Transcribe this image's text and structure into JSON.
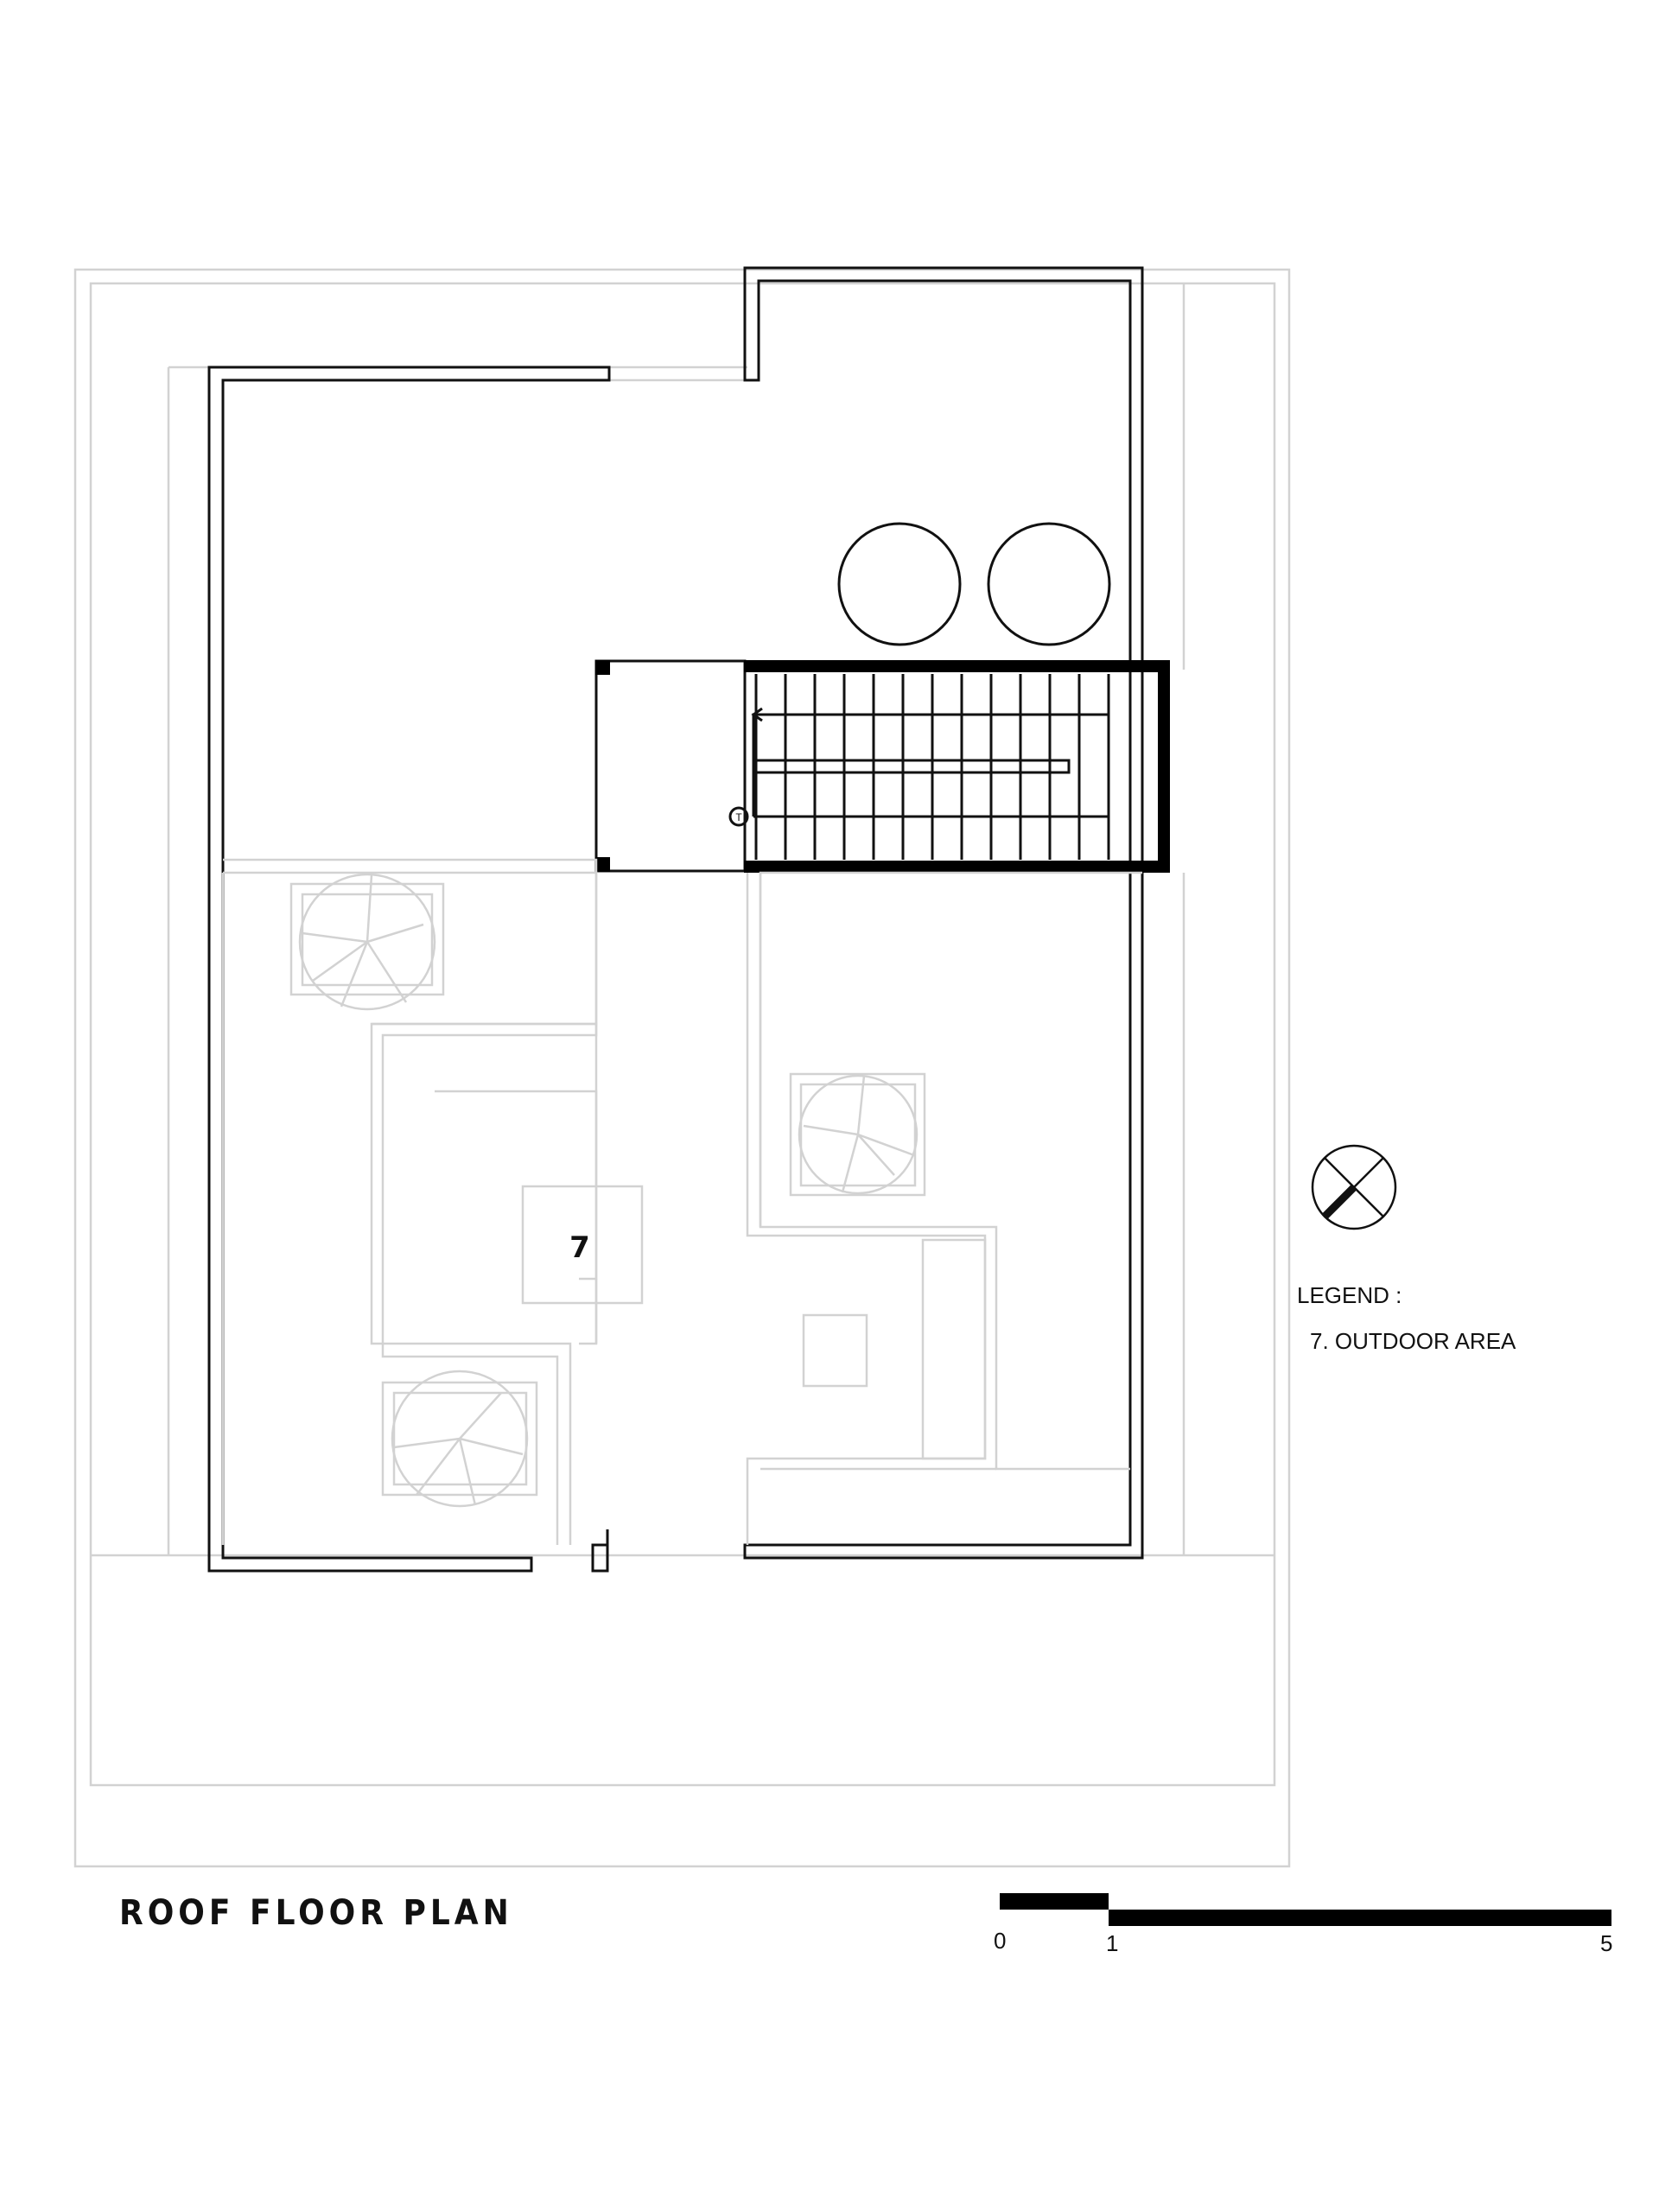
{
  "title": "ROOF FLOOR PLAN",
  "zone_label": "7",
  "legend": {
    "heading": "LEGEND :",
    "items": [
      "7. OUTDOOR AREA"
    ]
  },
  "scale_bar": {
    "labels": [
      "0",
      "1",
      "5"
    ]
  },
  "stair": {
    "marker": "T"
  },
  "colors": {
    "wall": "#111111",
    "outline": "#d2d2d2",
    "background": "#ffffff"
  }
}
